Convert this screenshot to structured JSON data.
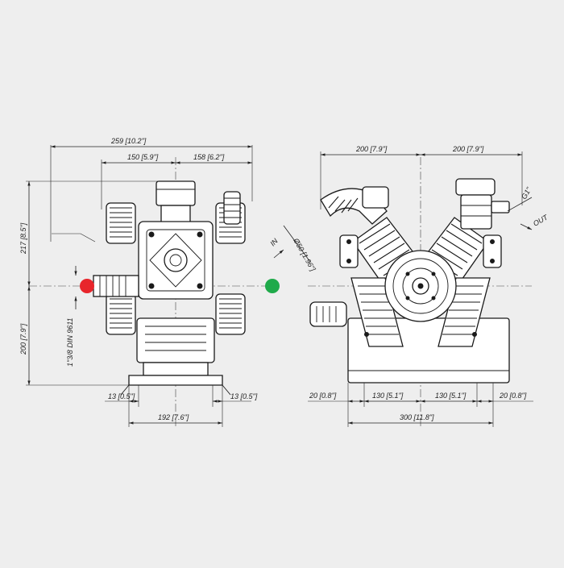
{
  "colors": {
    "background": "#eeeeee",
    "line": "#1a1a1a",
    "inlet_marker": "#e8252b",
    "outlet_marker": "#1faa4a"
  },
  "front_view": {
    "dim_overall_width": "259 [10.2\"]",
    "dim_left_to_center": "150 [5.9\"]",
    "dim_center_to_right": "158 [6.2\"]",
    "dim_height_upper": "217 [8.5\"]",
    "dim_height_lower": "200 [7.9\"]",
    "thread_label": "1\"3/8 DIN 9611",
    "dim_foot_left": "13 [0.5\"]",
    "dim_foot_right": "13 [0.5\"]",
    "dim_base_width": "192 [7.6\"]"
  },
  "side_view": {
    "dim_top_left": "200 [7.9\"]",
    "dim_top_right": "200 [7.9\"]",
    "inlet_label": "IN",
    "inlet_diameter": "Ø50 [1.96\"]",
    "outlet_label": "OUT",
    "outlet_size": "G1\"",
    "dim_base_edge_left": "20 [0.8\"]",
    "dim_mount_left": "130 [5.1\"]",
    "dim_mount_right": "130 [5.1\"]",
    "dim_base_edge_right": "20 [0.8\"]",
    "dim_overall_base": "300 [11.8\"]"
  }
}
